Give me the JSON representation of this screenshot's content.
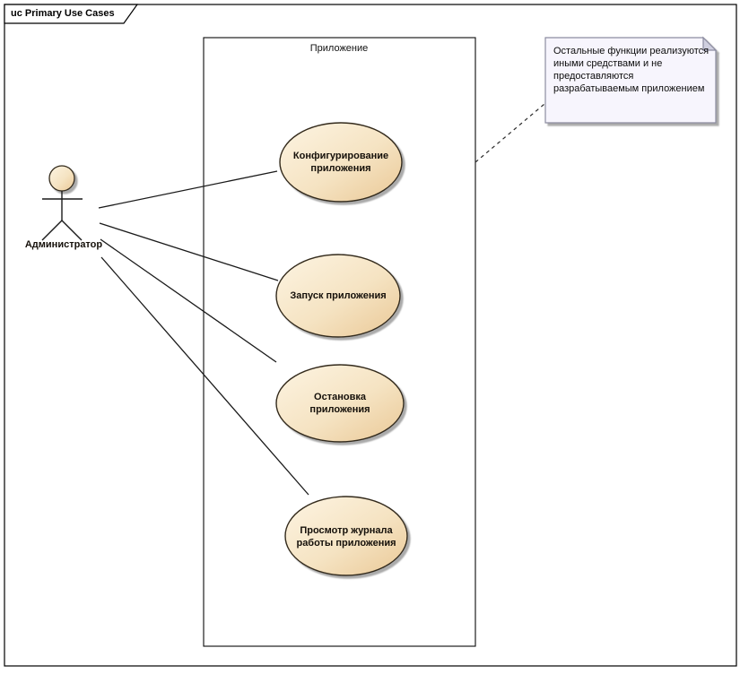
{
  "diagram": {
    "frame_title": "uc Primary Use Cases",
    "boundary_label": "Приложение",
    "actor": {
      "label": "Администратор"
    },
    "use_cases": [
      {
        "label": "Конфигурирование\nприложения"
      },
      {
        "label": "Запуск приложения"
      },
      {
        "label": "Остановка\nприложения"
      },
      {
        "label": "Просмотр журнала\nработы приложения"
      }
    ],
    "note": {
      "text": "Остальные функции реализуются\nиными средствами и не\nпредоставляются\nразрабатываемым приложением"
    },
    "colors": {
      "usecase_fill_light": "#fdf4e2",
      "usecase_fill_dark": "#eac896",
      "usecase_border": "#33291a",
      "note_fill": "#f7f5fd",
      "note_border": "#8c8ca0",
      "note_fold": "#cfcfdf",
      "connector": "#1a1a1a",
      "background": "#ffffff"
    }
  }
}
